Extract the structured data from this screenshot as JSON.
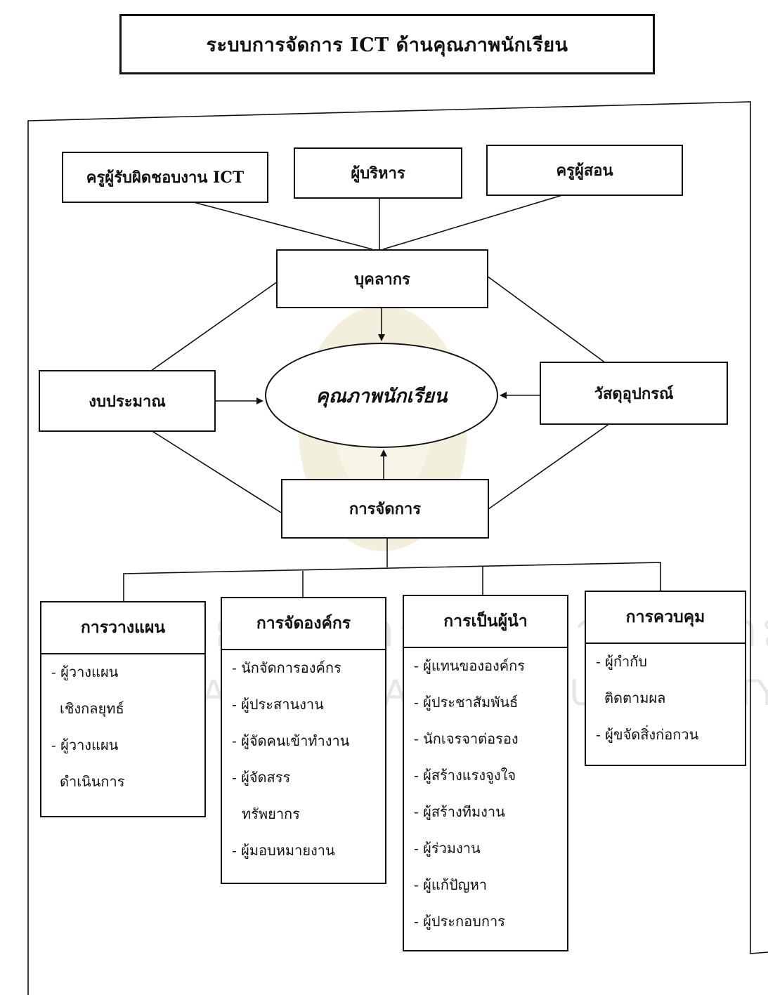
{
  "title": "ระบบการจัดการ ICT ด้านคุณภาพนักเรียน",
  "personnel_sources": [
    "ครูผู้รับผิดชอบงาน ICT",
    "ผู้บริหาร",
    "ครูผู้สอน"
  ],
  "personnel": "บุคลากร",
  "budget": "งบประมาณ",
  "center": "คุณภาพนักเรียน",
  "materials": "วัสดุอุปกรณ์",
  "management": "การจัดการ",
  "tasks": [
    {
      "title": "การวางแผน",
      "items": [
        "- ผู้วางแผน",
        "เชิงกลยุทธ์",
        "- ผู้วางแผน",
        "ดำเนินการ"
      ]
    },
    {
      "title": "การจัดองค์กร",
      "items": [
        "- นักจัดการองค์กร",
        "- ผู้ประสานงาน",
        "- ผู้จัดคนเข้าทำงาน",
        "- ผู้จัดสรร",
        "ทรัพยากร",
        "- ผู้มอบหมายงาน"
      ]
    },
    {
      "title": "การเป็นผู้นำ",
      "items": [
        "- ผู้แทนขององค์กร",
        "- ผู้ประชาสัมพันธ์",
        "- นักเจรจาต่อรอง",
        "- ผู้สร้างแรงจูงใจ",
        "- ผู้สร้างทีมงาน",
        "- ผู้ร่วมงาน",
        "- ผู้แก้ปัญหา",
        "- ผู้ประกอบการ"
      ]
    },
    {
      "title": "การควบคุม",
      "items": [
        "- ผู้กำกับ",
        "ติดตามผล",
        "- ผู้ขจัดสิ่งก่อกวน"
      ]
    }
  ],
  "watermark": {
    "thai": "มหาวิทยาลัยราชภัฏมหาสารคาม",
    "english": "RAJABHAT MAHASARAKHAM UNIVERSITY"
  },
  "colors": {
    "line": "#111111",
    "watermark": "#e3e3e3",
    "seal": "#f1ecd6"
  }
}
